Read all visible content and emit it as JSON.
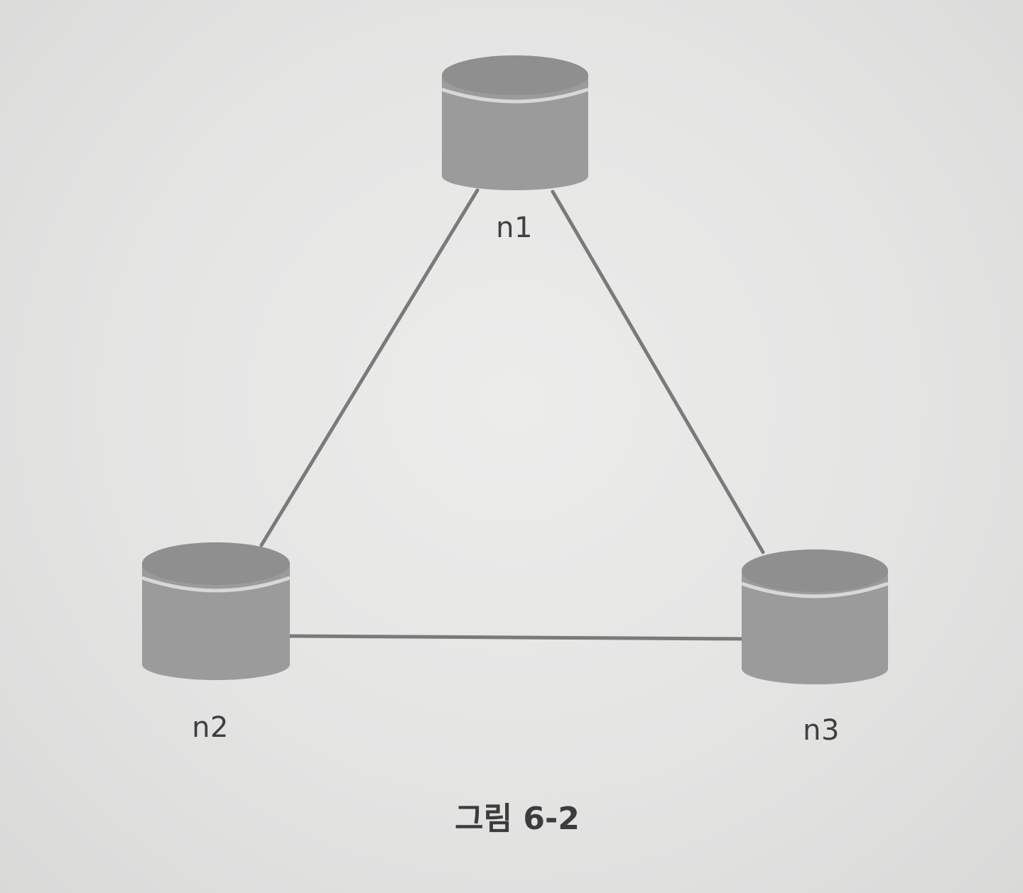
{
  "diagram": {
    "nodes": [
      {
        "id": "n1",
        "label": "n1",
        "shape": "database-cylinder"
      },
      {
        "id": "n2",
        "label": "n2",
        "shape": "database-cylinder"
      },
      {
        "id": "n3",
        "label": "n3",
        "shape": "database-cylinder"
      }
    ],
    "edges": [
      {
        "from": "n1",
        "to": "n2"
      },
      {
        "from": "n1",
        "to": "n3"
      },
      {
        "from": "n2",
        "to": "n3"
      }
    ],
    "caption": "그림 6-2"
  },
  "colors": {
    "background": "#e6e6e6",
    "cylinder_top": "#8f8f8f",
    "cylinder_body": "#9b9b9b",
    "cylinder_band": "#d8d8d8",
    "edge": "#7a7a7a",
    "text": "#3f3f3f"
  }
}
